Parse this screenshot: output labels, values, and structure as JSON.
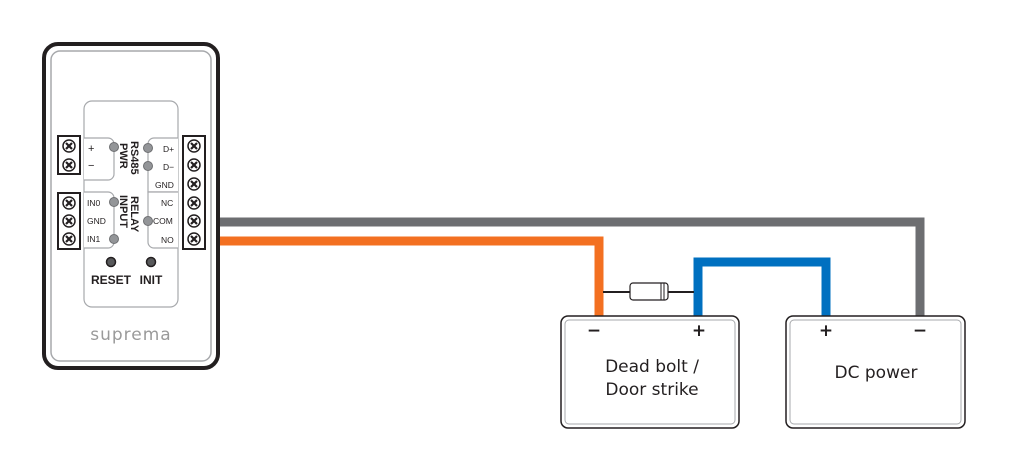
{
  "device": {
    "brand": "suprema",
    "pwr_section": {
      "title": "PWR",
      "pins": [
        "+",
        "−"
      ]
    },
    "rs485_section": {
      "title": "RS485",
      "pins": [
        "D+",
        "D−",
        "GND"
      ]
    },
    "input_section": {
      "title": "INPUT",
      "pins": [
        "IN0",
        "GND",
        "IN1"
      ]
    },
    "relay_section": {
      "title": "RELAY",
      "pins": [
        "NC",
        "COM",
        "NO"
      ]
    },
    "buttons": [
      {
        "label": "RESET"
      },
      {
        "label": "INIT"
      }
    ]
  },
  "components": {
    "lock": {
      "line1": "Dead bolt /",
      "line2": "Door strike",
      "terminals": [
        "−",
        "+"
      ]
    },
    "power": {
      "label": "DC power",
      "terminals": [
        "+",
        "−"
      ]
    },
    "diode": {
      "name": "diode"
    }
  },
  "wires": [
    {
      "name": "relay-com-to-dc-negative",
      "color": "#6d6e71"
    },
    {
      "name": "relay-no-to-lock-negative",
      "color": "#f37021"
    },
    {
      "name": "lock-positive-to-dc-positive",
      "color": "#0070c0"
    }
  ]
}
